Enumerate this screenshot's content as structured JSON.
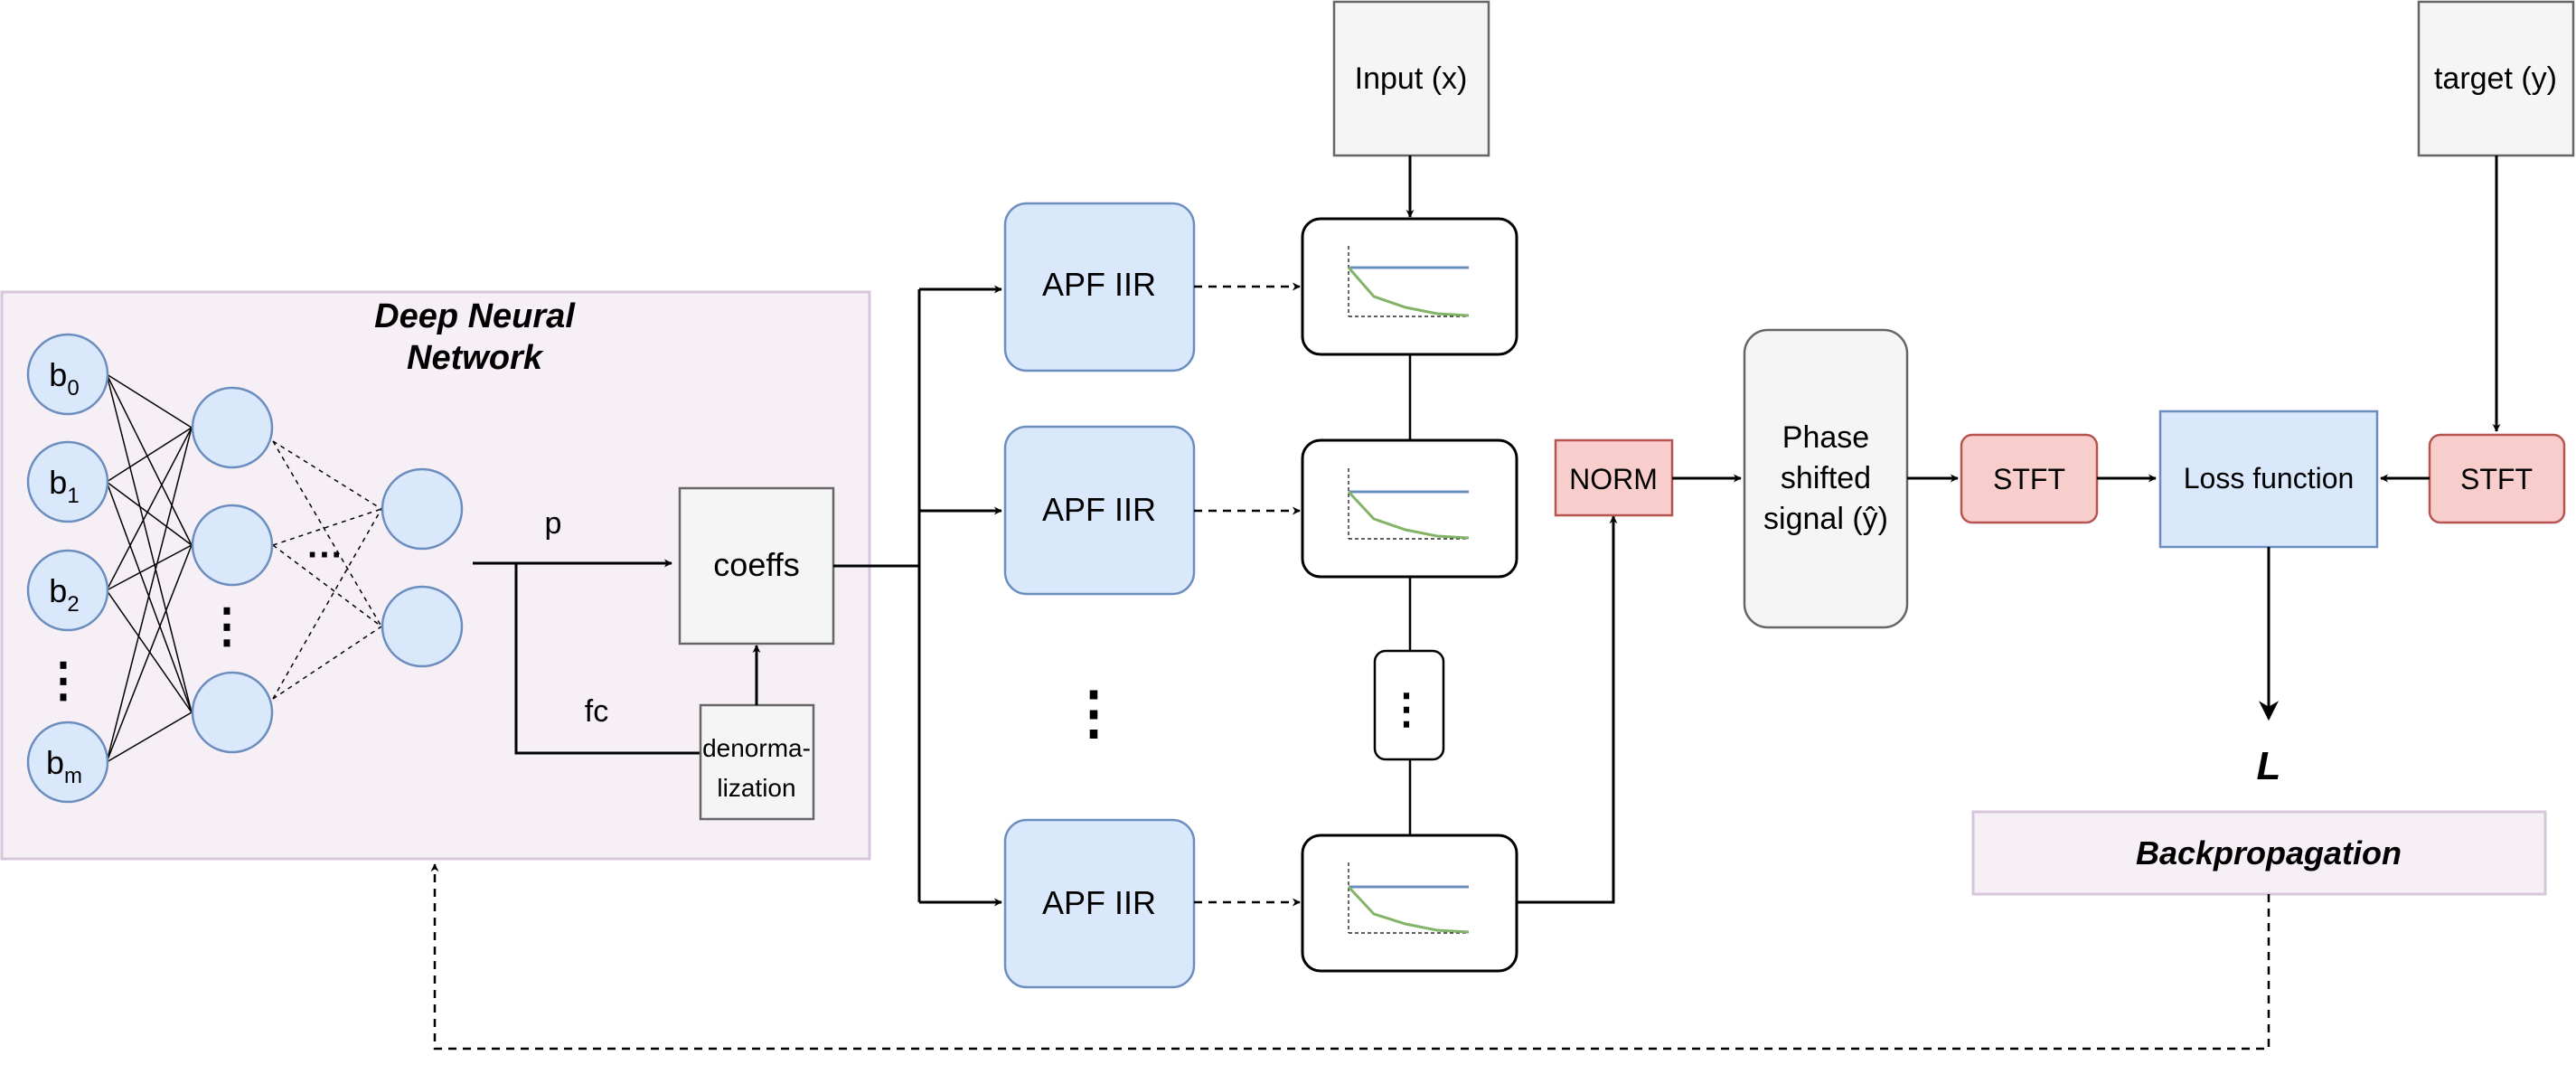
{
  "dnn": {
    "title_line1": "Deep Neural",
    "title_line2": "Network",
    "inputs": [
      {
        "base": "b",
        "sub": "0"
      },
      {
        "base": "b",
        "sub": "1"
      },
      {
        "base": "b",
        "sub": "2"
      },
      {
        "base": "b",
        "sub": "m"
      }
    ],
    "input_ellipsis": "⋮",
    "hidden_ellipsis": "⋮",
    "layer_ellipsis": "···",
    "colors": {
      "panel_fill": "#f6f0f6",
      "panel_stroke": "#d7c6dc",
      "node_fill": "#dae8fc",
      "node_stroke": "#6c8ebf"
    }
  },
  "labels": {
    "p": "p",
    "fc": "fc",
    "coeffs": "coeffs",
    "denorm_line1": "denorma-",
    "denorm_line2": "lization"
  },
  "filters": {
    "apf_label": "APF IIR",
    "filter_ellipsis": "⋮",
    "chain_ellipsis": "⋮",
    "colors": {
      "fill": "#dae8fc",
      "stroke": "#6c8ebf",
      "plot_blue": "#6c8ebf",
      "plot_green": "#82b366"
    }
  },
  "input": {
    "label": "Input (x)"
  },
  "target": {
    "label": "target (y)"
  },
  "norm": {
    "label": "NORM"
  },
  "phase": {
    "line1": "Phase",
    "line2": "shifted",
    "line3": "signal (ŷ)"
  },
  "stft_left": {
    "label": "STFT"
  },
  "stft_right": {
    "label": "STFT"
  },
  "loss": {
    "label": "Loss function"
  },
  "loss_symbol": "L",
  "backprop": {
    "label": "Backpropagation"
  },
  "colors": {
    "red_fill": "#f8cecc",
    "red_stroke": "#b85450",
    "gray_fill": "#f5f5f5",
    "gray_stroke": "#666666"
  }
}
